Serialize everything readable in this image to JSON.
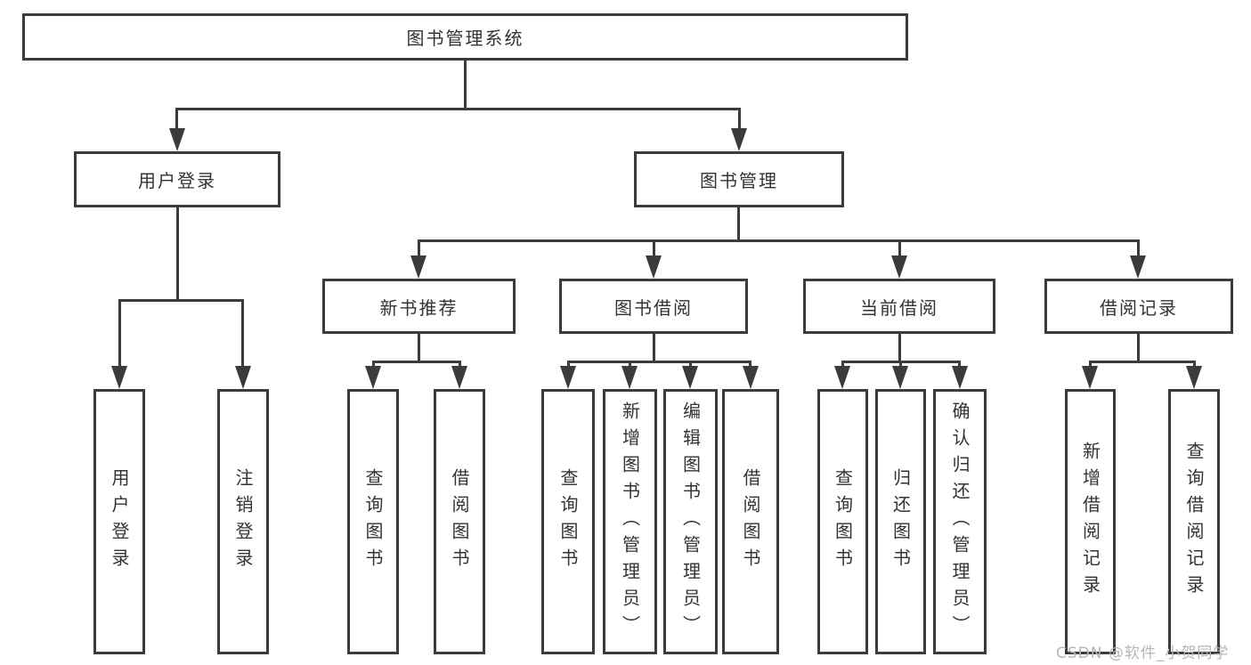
{
  "root": {
    "label": "图书管理系统"
  },
  "user_login": {
    "label": "用户登录",
    "items": [
      "用户登录",
      "注销登录"
    ]
  },
  "book_management": {
    "label": "图书管理",
    "sections": [
      {
        "label": "新书推荐",
        "items": [
          "查询图书",
          "借阅图书"
        ]
      },
      {
        "label": "图书借阅",
        "items": [
          "查询图书",
          "新增图书（管理员）",
          "编辑图书（管理员）",
          "借阅图书"
        ]
      },
      {
        "label": "当前借阅",
        "items": [
          "查询图书",
          "归还图书",
          "确认归还（管理员）"
        ]
      },
      {
        "label": "借阅记录",
        "items": [
          "新增借阅记录",
          "查询借阅记录"
        ]
      }
    ]
  },
  "watermark": "CSDN @软件_小贺同学",
  "colors": {
    "line_color": "#3b3b3b",
    "text_color": "#333333",
    "watermark_color": "#b3b6ba",
    "background": "#ffffff"
  }
}
